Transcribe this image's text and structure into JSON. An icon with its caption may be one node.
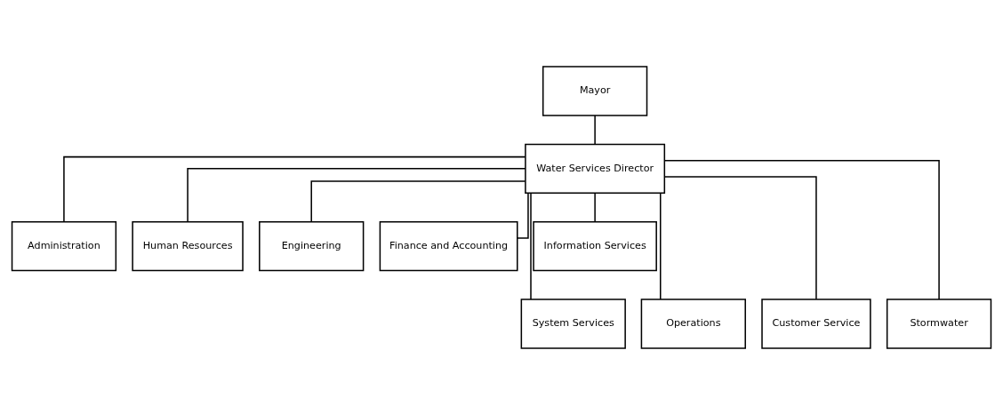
{
  "diagram": {
    "nodes": [
      {
        "text": [
          "Mayor"
        ]
      },
      {
        "text": [
          "Water Services Director"
        ]
      },
      {
        "text": [
          "Administration"
        ]
      },
      {
        "text": [
          "Human Resources"
        ]
      },
      {
        "text": [
          "Engineering"
        ]
      },
      {
        "text": [
          "Finance and Accounting"
        ]
      },
      {
        "text": [
          "Information Services"
        ]
      },
      {
        "text": [
          "System Services"
        ]
      },
      {
        "text": [
          "Operations"
        ]
      },
      {
        "text": [
          "Customer Service"
        ]
      },
      {
        "text": [
          "Stormwater"
        ]
      }
    ],
    "edges": [
      {
        "from": 0,
        "to": 1,
        "arrow": "none"
      },
      {
        "from": 1,
        "to": 2,
        "arrow": "none"
      },
      {
        "from": 1,
        "to": 3,
        "arrow": "none"
      },
      {
        "from": 1,
        "to": 4,
        "arrow": "none"
      },
      {
        "from": 1,
        "to": 5,
        "arrow": "none"
      },
      {
        "from": 1,
        "to": 6,
        "arrow": "none"
      },
      {
        "from": 1,
        "to": 7,
        "arrow": "none"
      },
      {
        "from": 1,
        "to": 8,
        "arrow": "none"
      },
      {
        "from": 1,
        "to": 9,
        "arrow": "none"
      },
      {
        "from": 1,
        "to": 10,
        "arrow": "none"
      }
    ]
  }
}
